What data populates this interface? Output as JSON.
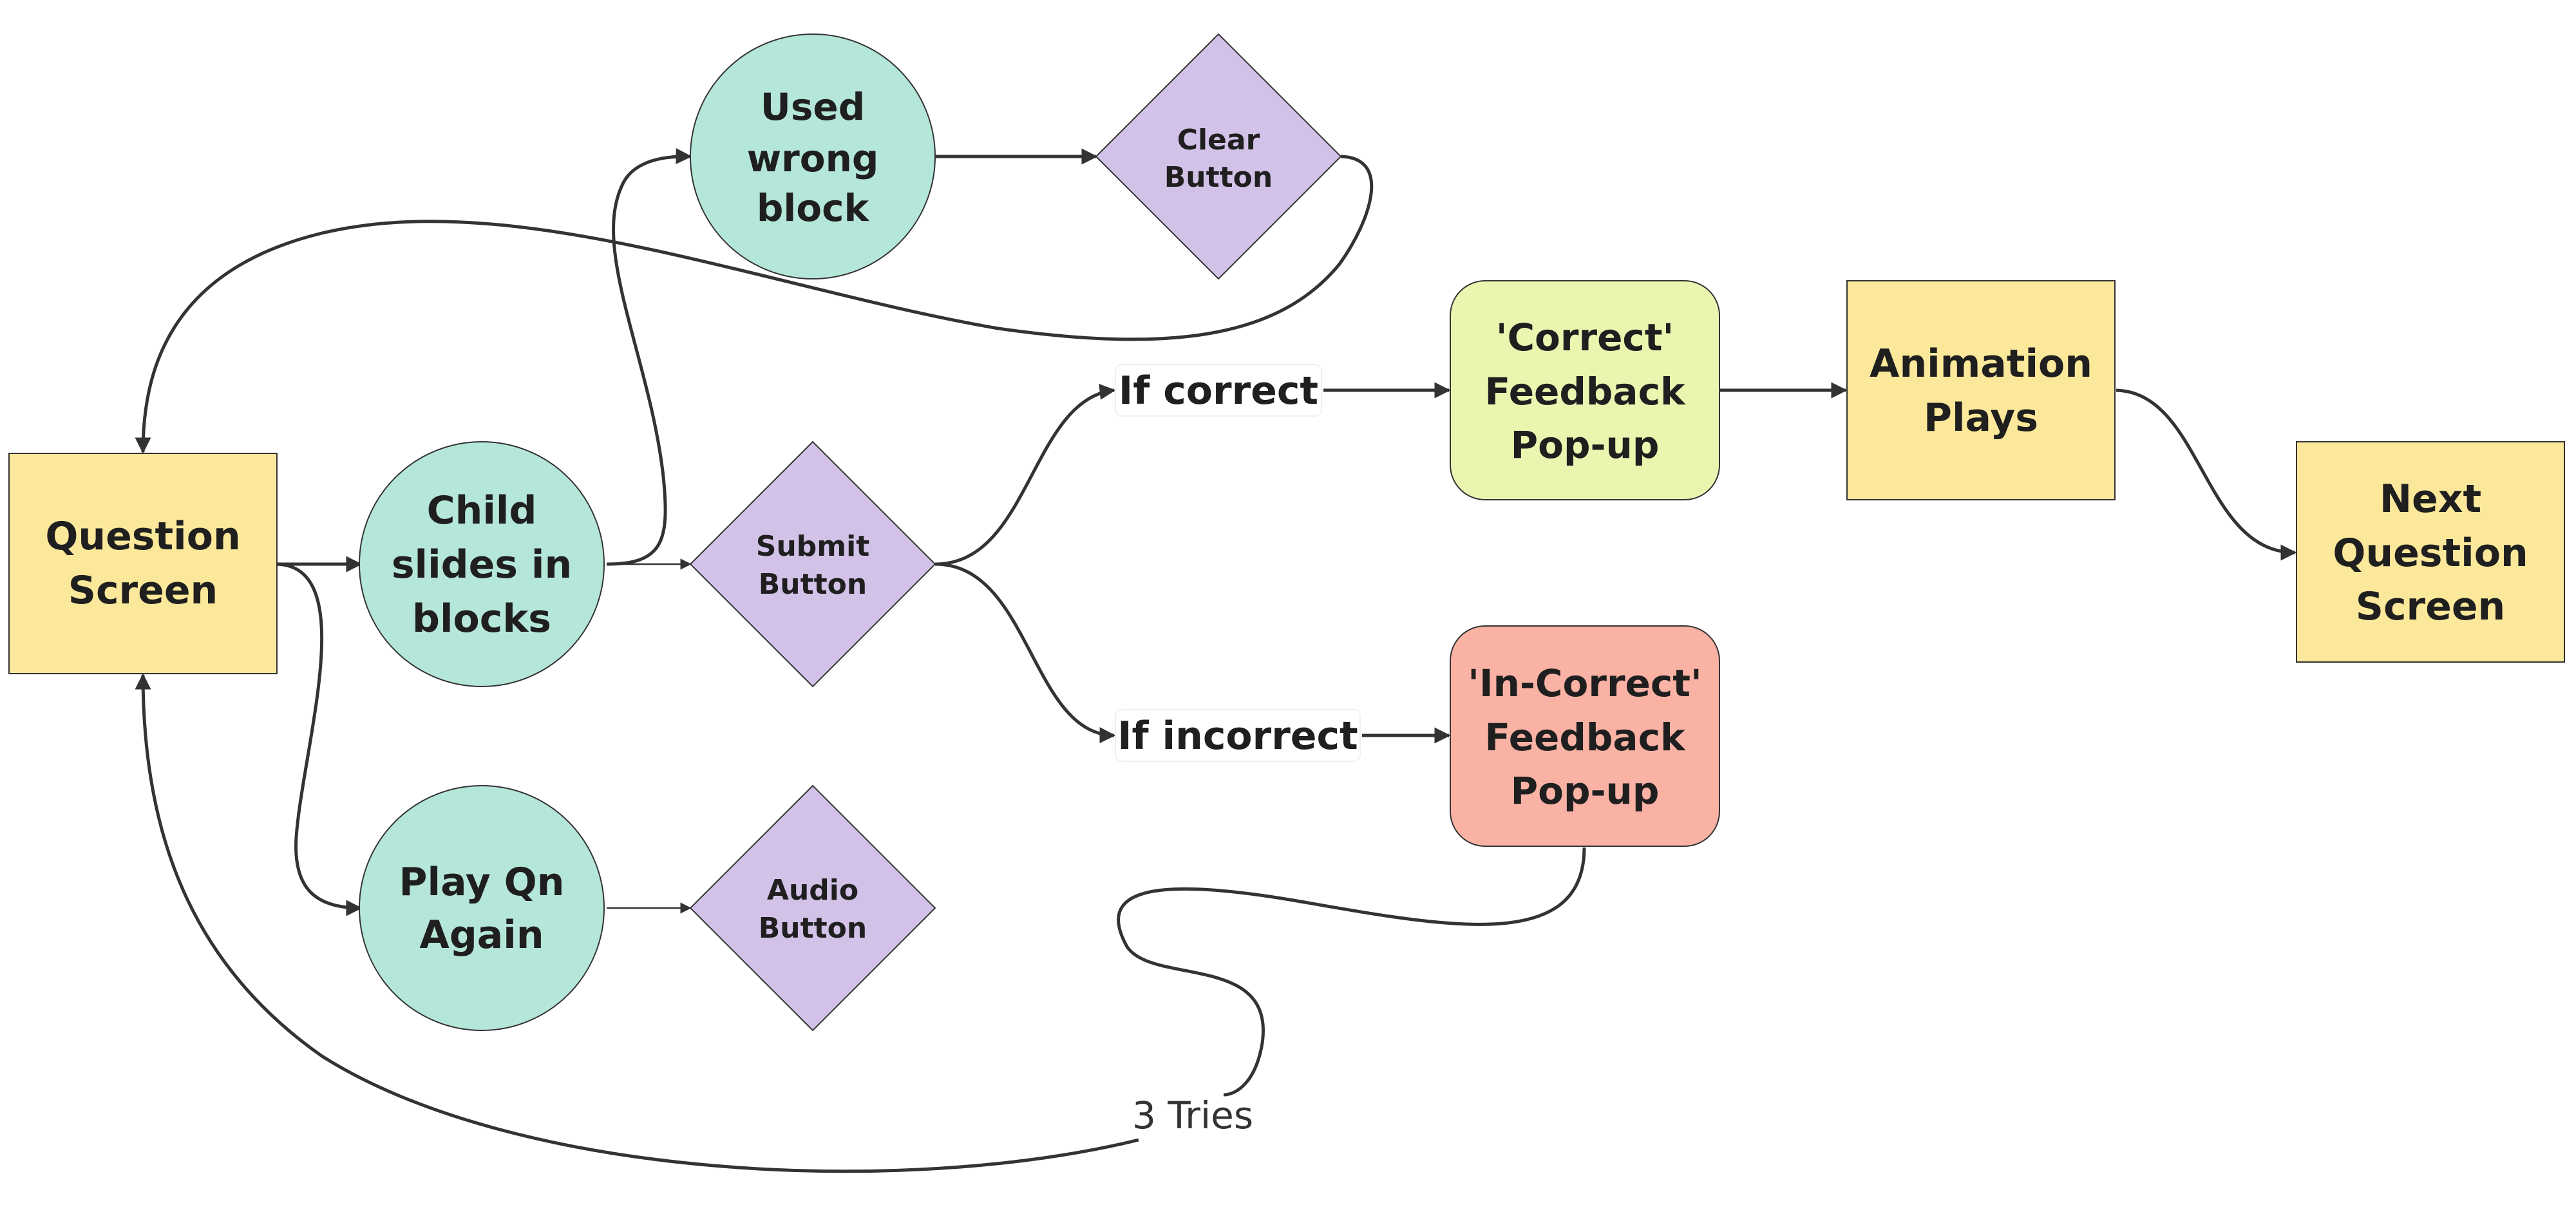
{
  "colors": {
    "yellow": "#fce89a",
    "teal": "#b5e6da",
    "purple": "#d2c2e8",
    "green": "#eaf5b0",
    "red": "#f9b2a4",
    "stroke": "#333333"
  },
  "nodes": {
    "question_screen": {
      "lines": [
        "Question",
        "Screen"
      ]
    },
    "child_slides": {
      "lines": [
        "Child",
        "slides in",
        "blocks"
      ]
    },
    "used_wrong_block": {
      "lines": [
        "Used",
        "wrong",
        "block"
      ]
    },
    "clear_button": {
      "lines": [
        "Clear",
        "Button"
      ]
    },
    "submit_button": {
      "lines": [
        "Submit",
        "Button"
      ]
    },
    "play_qn_again": {
      "lines": [
        "Play Qn",
        "Again"
      ]
    },
    "audio_button": {
      "lines": [
        "Audio",
        "Button"
      ]
    },
    "correct_feedback": {
      "lines": [
        "'Correct'",
        "Feedback",
        "Pop-up"
      ]
    },
    "incorrect_feedback": {
      "lines": [
        "'In-Correct'",
        "Feedback",
        "Pop-up"
      ]
    },
    "animation_plays": {
      "lines": [
        "Animation",
        "Plays"
      ]
    },
    "next_question": {
      "lines": [
        "Next",
        "Question",
        "Screen"
      ]
    }
  },
  "labels": {
    "if_correct": "If correct",
    "if_incorrect": "If incorrect",
    "three_tries": "3 Tries"
  }
}
